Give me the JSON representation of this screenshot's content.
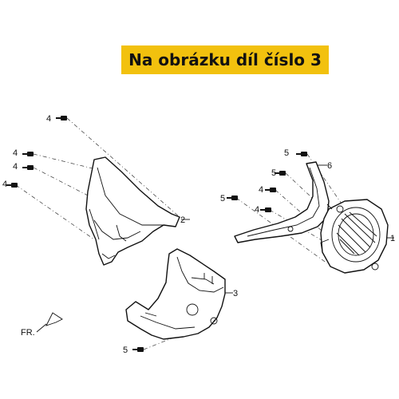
{
  "banner": {
    "text": "Na obrázku díl číslo 3"
  },
  "callouts": {
    "c1": "1",
    "c2": "2",
    "c3": "3",
    "c4a": "4",
    "c4b": "4",
    "c4c": "4",
    "c4d": "4",
    "c4e": "4",
    "c4f": "4",
    "c5a": "5",
    "c5b": "5",
    "c5c": "5",
    "c5d": "5",
    "c6": "6"
  },
  "front_marker": "FR.",
  "colors": {
    "banner_bg": "#f2c10e",
    "ink": "#111111"
  }
}
